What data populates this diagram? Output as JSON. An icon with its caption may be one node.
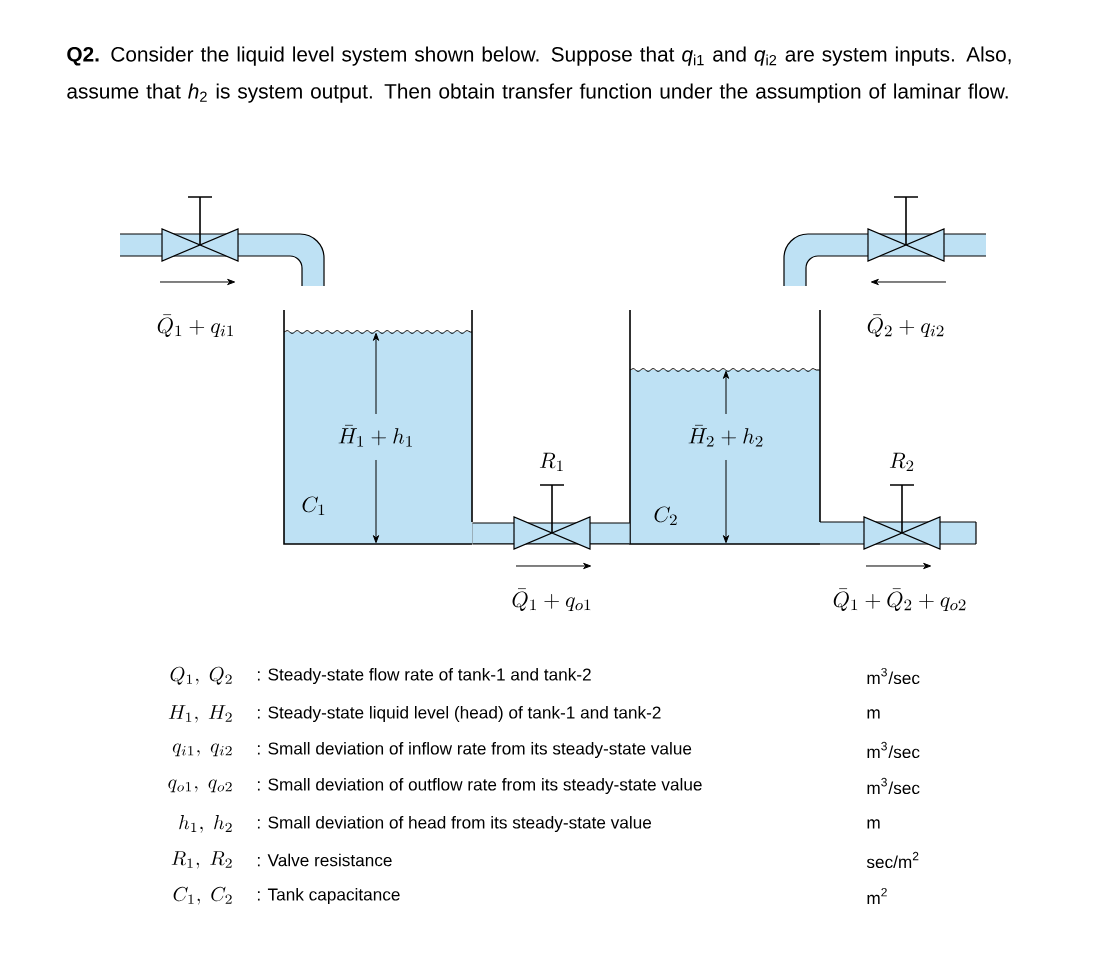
{
  "diagram": {
    "title": "**Q2.** Consider the liquid level system shown below. Suppose that *q*$_{i1}$ and *q*$_{i2}$ are system inputs. Also, assume that *h*$_{2}$ is system output. Then obtain transfer function under the assumption of laminar flow.",
    "nodes": [
      {
        "text": [
          "\\bar{H}_1 + h_1",
          "C_1"
        ]
      },
      {
        "text": [
          "\\bar{H}_2 + h_2",
          "C_2"
        ]
      }
    ],
    "edges": [
      {
        "from": 0,
        "to": 1,
        "arrow": "none"
      }
    ],
    "labels": [
      "\\bar{Q}_1 + q_{i1}",
      "\\bar{Q}_2 + q_{i2}",
      "R_1",
      "R_2",
      "\\bar{Q}_1 + q_{o1}",
      "\\bar{Q}_1 + \\bar{Q}_2 + q_{o2}",
      "Q_1,\\ Q_2",
      ": Steady-state flow rate of tank-1 and tank-2",
      "m$^{3}$/sec",
      "H_1,\\ H_2",
      ": Steady-state liquid level (head) of tank-1 and tank-2",
      "m",
      "q_{i1},\\ q_{i2}",
      ": Small deviation of inflow rate from its steady-state value",
      "m$^{3}$/sec",
      "q_{o1},\\ q_{o2}",
      ": Small deviation of outflow rate from its steady-state value",
      "m$^{3}$/sec",
      "h_1,\\ h_2",
      ": Small deviation of head from its steady-state value",
      "m",
      "R_1,\\ R_2",
      ": Valve resistance",
      "sec/m$^{2}$",
      "C_1,\\ C_2",
      ": Tank capacitance",
      "m$^{2}$"
    ]
  }
}
